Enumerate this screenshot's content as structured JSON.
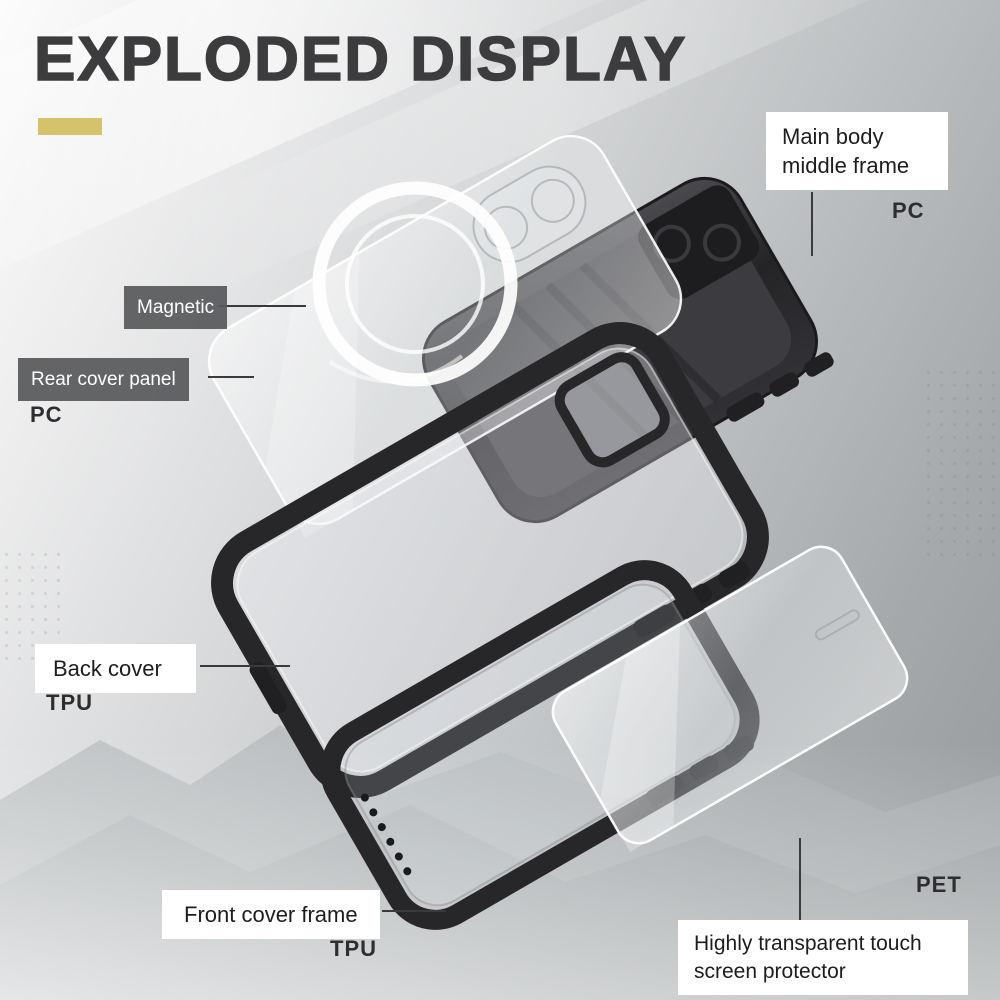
{
  "title": "EXPLODED DISPLAY",
  "accent_color": "#d5c26c",
  "callouts": {
    "main_body": {
      "label": "Main body middle frame",
      "material": "PC"
    },
    "magnetic": {
      "label": "Magnetic"
    },
    "rear_cover": {
      "label": "Rear cover panel",
      "material": "PC"
    },
    "back_cover": {
      "label": "Back cover",
      "material": "TPU"
    },
    "front_frame": {
      "label": "Front cover frame",
      "material": "TPU"
    },
    "screen_protector": {
      "label": "Highly transparent touch screen protector",
      "material": "PET"
    }
  }
}
